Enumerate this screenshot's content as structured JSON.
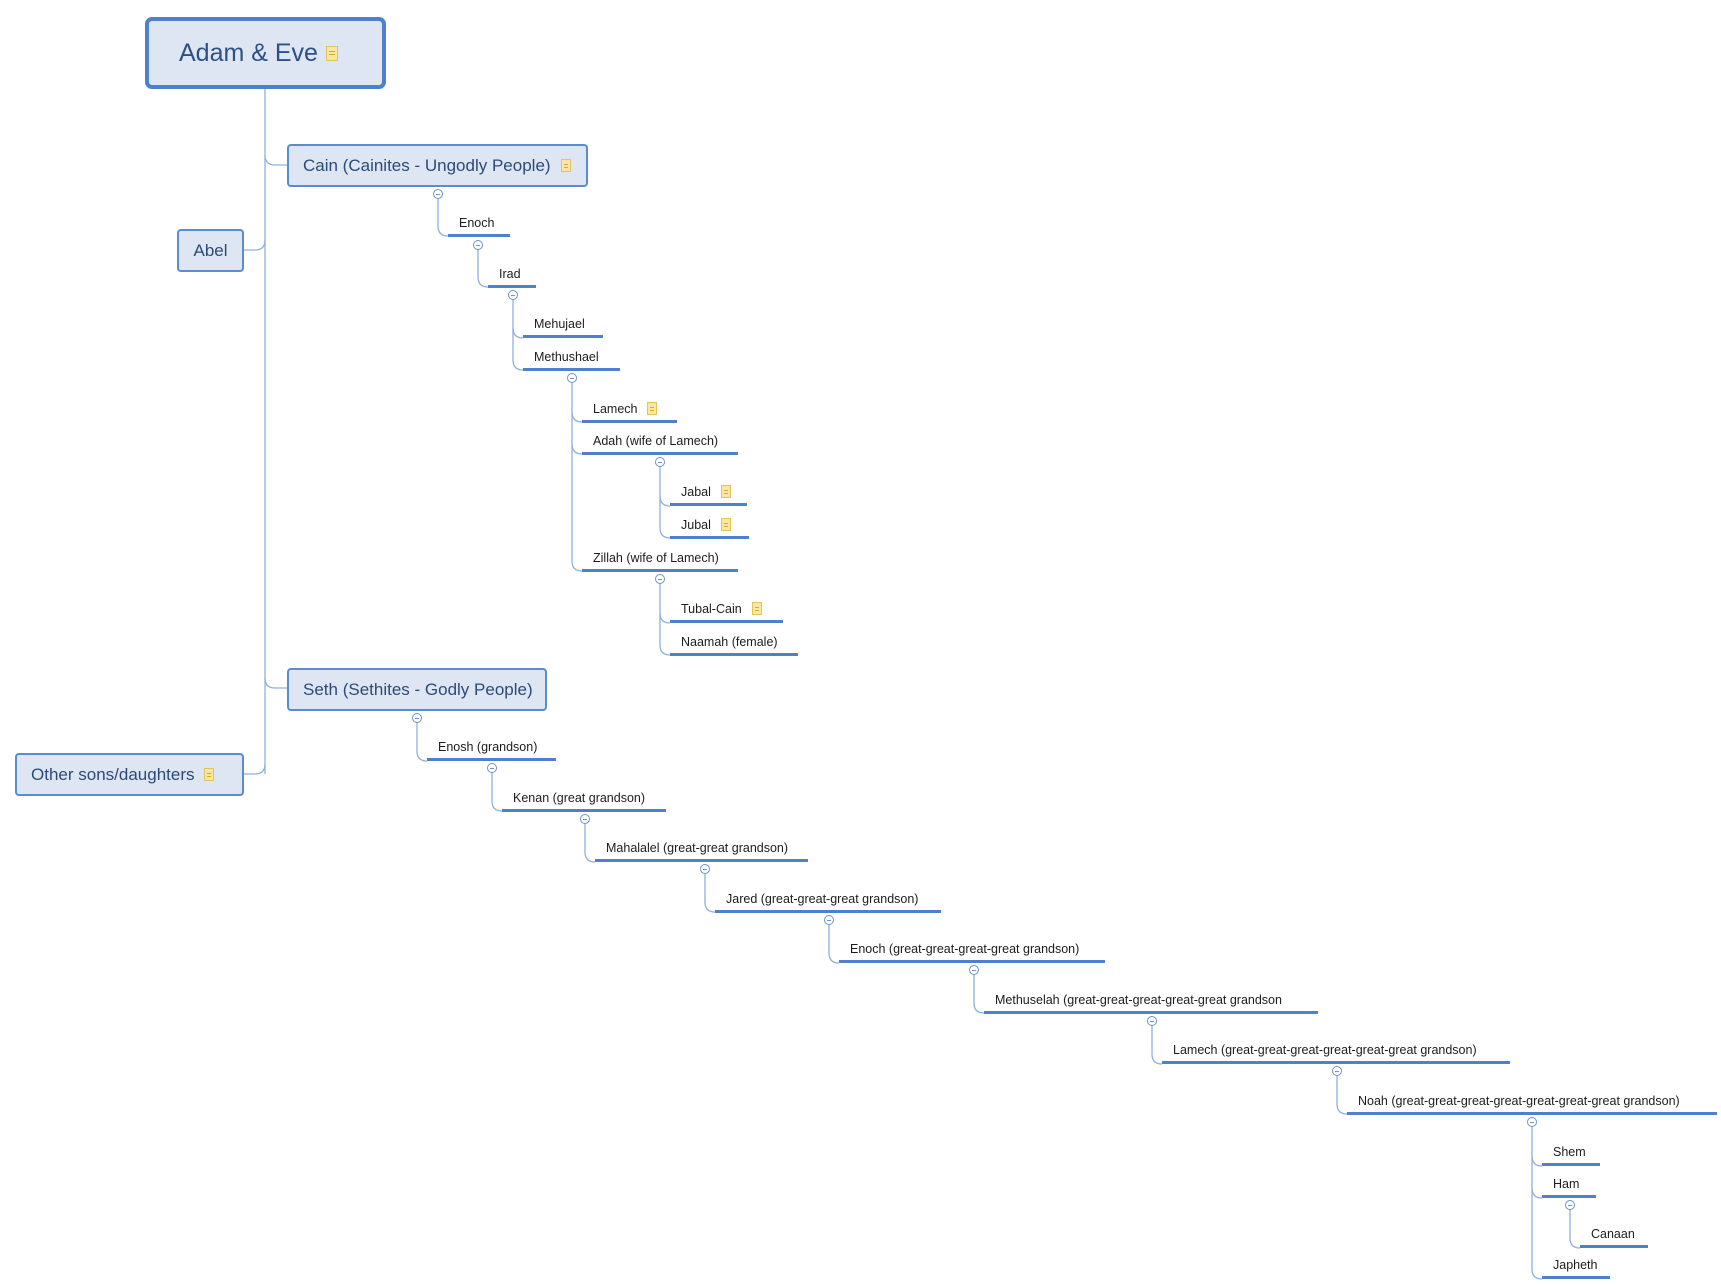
{
  "root": {
    "label": "Adam & Eve"
  },
  "main": {
    "cain": "Cain (Cainites - Ungodly People)",
    "abel": "Abel",
    "seth": "Seth (Sethites - Godly People)",
    "other": "Other sons/daughters"
  },
  "cain_line": {
    "enoch": "Enoch",
    "irad": "Irad",
    "mehujael": "Mehujael",
    "methushael": "Methushael",
    "lamech": "Lamech",
    "adah": "Adah (wife of Lamech)",
    "jabal": "Jabal",
    "jubal": "Jubal",
    "zillah": "Zillah (wife of Lamech)",
    "tubalcain": "Tubal-Cain",
    "naamah": "Naamah (female)"
  },
  "seth_line": {
    "enosh": "Enosh (grandson)",
    "kenan": "Kenan (great grandson)",
    "mahalalel": "Mahalalel (great-great grandson)",
    "jared": "Jared (great-great-great grandson)",
    "enoch": "Enoch (great-great-great-great grandson)",
    "methuselah": "Methuselah (great-great-great-great-great grandson",
    "lamech": "Lamech (great-great-great-great-great-great grandson)",
    "noah": "Noah (great-great-great-great-great-great-great grandson)",
    "shem": "Shem",
    "ham": "Ham",
    "canaan": "Canaan",
    "japheth": "Japheth"
  },
  "icons": {
    "note": "note-icon",
    "collapse": "collapse-toggle-icon"
  },
  "colors": {
    "topic_fill": "#dde6f2",
    "border": "#4f80cc",
    "connector": "#8fb0dd"
  }
}
